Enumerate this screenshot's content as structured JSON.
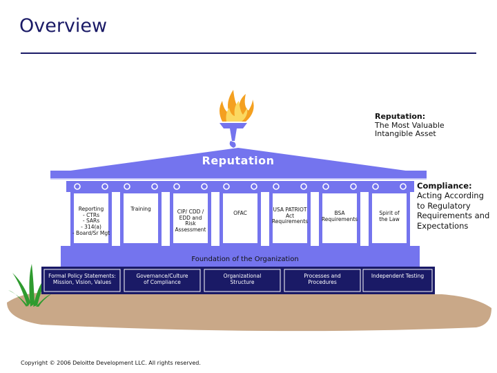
{
  "title": "Overview",
  "reputation_note": {
    "heading": "Reputation:",
    "text": "The Most Valuable\nIntangible Asset"
  },
  "compliance_note": {
    "heading": "Compliance:",
    "text": "Acting According\nto Regulatory\nRequirements and\nExpectations"
  },
  "roof_label": "Reputation",
  "columns": [
    "Reporting\n- CTRs\n- SARs\n- 314(a)\n- Board/Sr Mgt",
    "Training",
    "CIP/ CDD /\nEDD and\nRisk\nAssessment",
    "OFAC",
    "USA PATRIOT\nAct\nRequirements",
    "BSA\nRequirements",
    "Spirit of\nthe Law"
  ],
  "foundation_label": "Foundation of the Organization",
  "foundation_items": [
    "Formal Policy Statements:\nMission, Vision, Values",
    "Governance/Culture\nof Compliance",
    "Organizational\nStructure",
    "Processes and\nProcedures",
    "Independent Testing"
  ],
  "copyright": "Copyright © 2006 Deloitte Development LLC. All rights reserved.",
  "colors": {
    "periwinkle": "#7474ee",
    "navy": "#1a1a66",
    "dirt": "#c9a888",
    "flame": "#f4a020",
    "grass": "#2f9b2f"
  },
  "icons": [
    "torch-flame-icon",
    "grass-icon",
    "scroll-capital-icon"
  ]
}
